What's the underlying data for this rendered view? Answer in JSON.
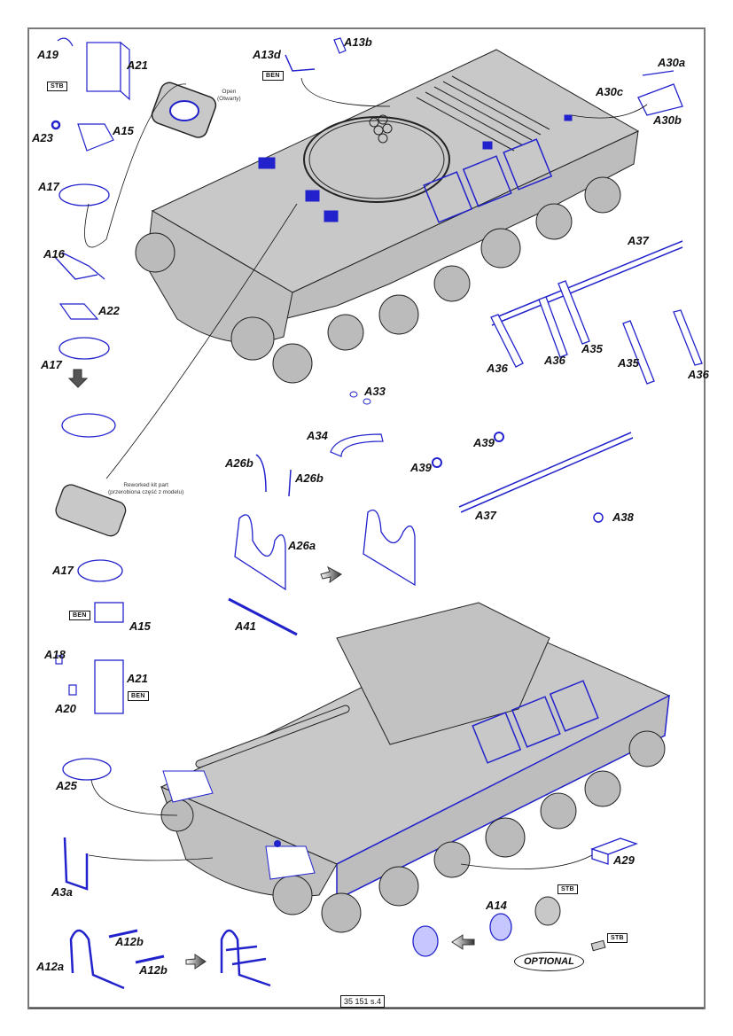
{
  "sheet": {
    "page_number": "35 151 s.4",
    "colors": {
      "photo_etch_parts": "#2222cc",
      "kit_parts": "#c8c8c8",
      "outline": "#222222",
      "frame": "#7a7a7a"
    }
  },
  "tags": {
    "stb": "STB",
    "ben": "BEN"
  },
  "notes": {
    "open": "Open",
    "open_pl": "(Otwarty)",
    "reworked": "Reworked kit part",
    "reworked_pl": "(przerobiona część z modelu)",
    "optional": "OPTIONAL"
  },
  "labels": {
    "a19": "A19",
    "a21_top": "A21",
    "a23": "A23",
    "a15_top": "A15",
    "a17_top": "A17",
    "a13d": "A13d",
    "a13b": "A13b",
    "a30a": "A30a",
    "a30c": "A30c",
    "a30b": "A30b",
    "a16": "A16",
    "a22": "A22",
    "a17_mid": "A17",
    "a37_top": "A37",
    "a36_1": "A36",
    "a36_2": "A36",
    "a35_1": "A35",
    "a35_2": "A35",
    "a36_3": "A36",
    "a33": "A33",
    "a34": "A34",
    "a39_1": "A39",
    "a39_2": "A39",
    "a37_bottom": "A37",
    "a38": "A38",
    "a26b_1": "A26b",
    "a26b_2": "A26b",
    "a26a": "A26a",
    "a41": "A41",
    "a17_low": "A17",
    "a15_low": "A15",
    "a18": "A18",
    "a21_low": "A21",
    "a20": "A20",
    "a25": "A25",
    "a3a": "A3a",
    "a29": "A29",
    "a14": "A14",
    "a12a": "A12a",
    "a12b_1": "A12b",
    "a12b_2": "A12b"
  }
}
